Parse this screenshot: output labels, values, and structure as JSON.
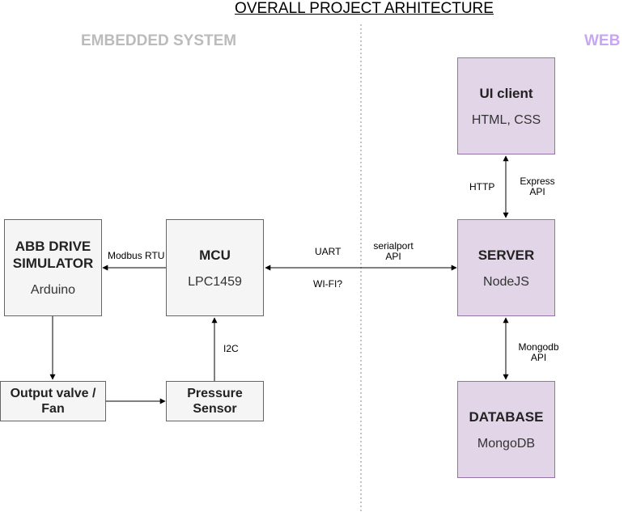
{
  "title": "OVERALL PROJECT ARHITECTURE",
  "sections": {
    "embedded": "EMBEDDED SYSTEM",
    "web": "WEB"
  },
  "colors": {
    "section_embedded": "#bbbbbb",
    "section_web": "#c9a7f0",
    "gray_fill": "#f5f5f5",
    "gray_stroke": "#666666",
    "purple_fill": "#e1d5e7",
    "purple_stroke": "#9673a6"
  },
  "nodes": {
    "abb": {
      "title": "ABB DRIVE SIMULATOR",
      "sub": "Arduino"
    },
    "mcu": {
      "title": "MCU",
      "sub": "LPC1459"
    },
    "valve": {
      "title": "Output valve / Fan"
    },
    "sensor": {
      "title": "Pressure Sensor"
    },
    "ui": {
      "title": "UI client",
      "sub": "HTML, CSS"
    },
    "server": {
      "title": "SERVER",
      "sub": "NodeJS"
    },
    "database": {
      "title": "DATABASE",
      "sub": "MongoDB"
    }
  },
  "edges": {
    "modbus": "Modbus RTU",
    "i2c": "I2C",
    "uart": "UART",
    "wifi": "WI-FI?",
    "serialport": "serialport API",
    "http": "HTTP",
    "express": "Express API",
    "mongodb": "Mongodb API"
  }
}
